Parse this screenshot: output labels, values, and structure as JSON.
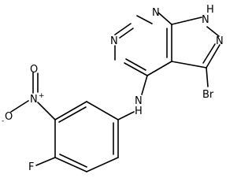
{
  "molecule": {
    "atoms": {
      "n7": "N",
      "nh": "N",
      "nh_h": "H",
      "n5": "N",
      "n_pyr": "N",
      "br": "Br",
      "nh_link": "N",
      "nh_link_h": "H",
      "n_nitro": "N",
      "n_nitro_charge": "+",
      "o_top": "O",
      "o_left": "O",
      "o_left_charge": "-",
      "f": "F"
    }
  }
}
